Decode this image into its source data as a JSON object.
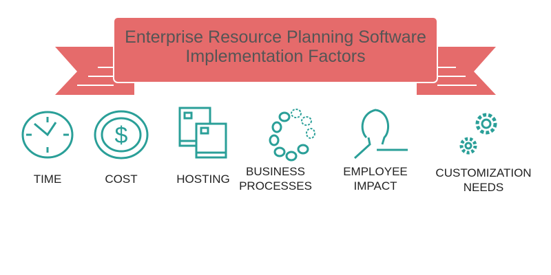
{
  "title_line1": "Enterprise Resource Planning Software",
  "title_line2": "Implementation Factors",
  "factors": [
    "TIME",
    "COST",
    "HOSTING",
    "BUSINESS PROCESSES",
    "EMPLOYEE IMPACT",
    "CUSTOMIZATION NEEDS"
  ],
  "colors": {
    "ribbon": "#e56b6b",
    "icon": "#2a9f98"
  }
}
